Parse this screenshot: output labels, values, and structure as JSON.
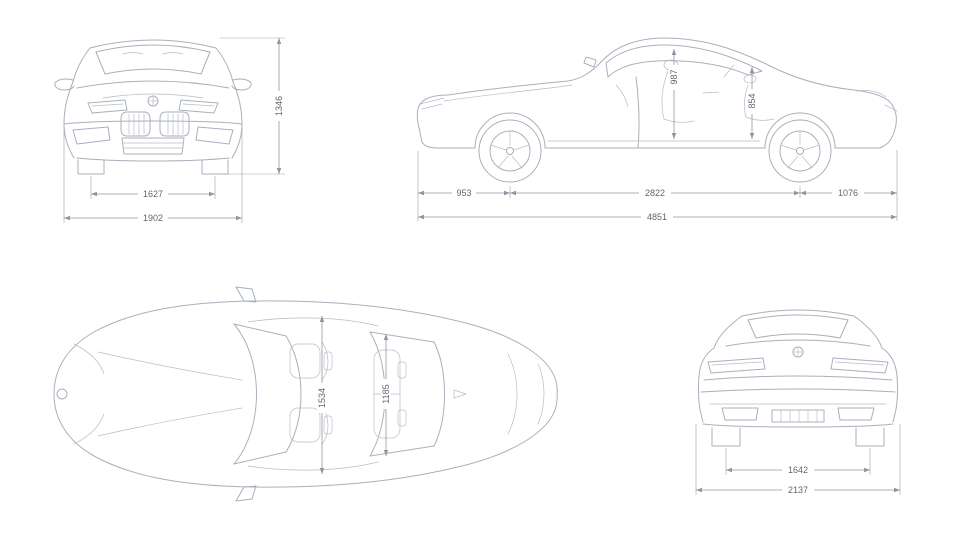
{
  "page": {
    "background": "#ffffff",
    "unit": "mm"
  },
  "colors": {
    "car_line": "#a9b0bb",
    "dim_line": "#8f96a0",
    "dim_text": "#5f6670"
  },
  "views": {
    "front": {
      "name": "front-view",
      "height_mm": "1346",
      "track_mm": "1627",
      "width_mm": "1902"
    },
    "side": {
      "name": "side-view",
      "front_headroom_mm": "987",
      "rear_headroom_mm": "854",
      "front_overhang_mm": "953",
      "wheelbase_mm": "2822",
      "rear_overhang_mm": "1076",
      "length_mm": "4851"
    },
    "top": {
      "name": "top-view",
      "front_interior_width_mm": "1534",
      "rear_interior_width_mm": "1185"
    },
    "rear": {
      "name": "rear-view",
      "track_mm": "1642",
      "overall_width_mm": "2137"
    }
  }
}
